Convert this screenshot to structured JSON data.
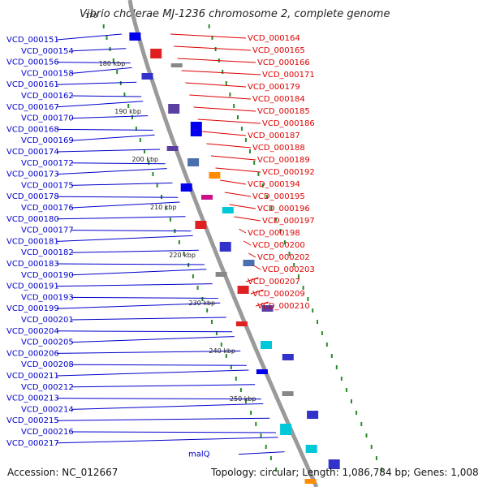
{
  "title": "Vibrio cholerae MJ-1236 chromosome 2, complete genome",
  "accession": "Accession: NC_012667",
  "topology": "Topology: circular; Length: 1,086,784 bp; Genes: 1,008",
  "colors": {
    "left_label": "#0000cc",
    "right_label": "#dd0000",
    "backbone": "#9a9a9a",
    "tick": "#2a8a2a"
  },
  "kbp_marks": [
    {
      "label": "170"
    },
    {
      "label": "180 kbp"
    },
    {
      "label": "190 kbp"
    },
    {
      "label": "200 kbp"
    },
    {
      "label": "210 kbp"
    },
    {
      "label": "220 kbp"
    },
    {
      "label": "230 kbp"
    },
    {
      "label": "240 kbp"
    },
    {
      "label": "250 kbp"
    }
  ],
  "left_genes": [
    {
      "label": "VCD_000151"
    },
    {
      "label": "VCD_000154"
    },
    {
      "label": "VCD_000156"
    },
    {
      "label": "VCD_000158"
    },
    {
      "label": "VCD_000161"
    },
    {
      "label": "VCD_000162"
    },
    {
      "label": "VCD_000167"
    },
    {
      "label": "VCD_000170"
    },
    {
      "label": "VCD_000168"
    },
    {
      "label": "VCD_000169"
    },
    {
      "label": "VCD_000174"
    },
    {
      "label": "VCD_000172"
    },
    {
      "label": "VCD_000173"
    },
    {
      "label": "VCD_000175"
    },
    {
      "label": "VCD_000178"
    },
    {
      "label": "VCD_000176"
    },
    {
      "label": "VCD_000180"
    },
    {
      "label": "VCD_000177"
    },
    {
      "label": "VCD_000181"
    },
    {
      "label": "VCD_000182"
    },
    {
      "label": "VCD_000183"
    },
    {
      "label": "VCD_000190"
    },
    {
      "label": "VCD_000191"
    },
    {
      "label": "VCD_000193"
    },
    {
      "label": "VCD_000199"
    },
    {
      "label": "VCD_000201"
    },
    {
      "label": "VCD_000204"
    },
    {
      "label": "VCD_000205"
    },
    {
      "label": "VCD_000206"
    },
    {
      "label": "VCD_000208"
    },
    {
      "label": "VCD_000211"
    },
    {
      "label": "VCD_000212"
    },
    {
      "label": "VCD_000213"
    },
    {
      "label": "VCD_000214"
    },
    {
      "label": "VCD_000215"
    },
    {
      "label": "VCD_000216"
    },
    {
      "label": "VCD_000217"
    },
    {
      "label": "malQ"
    }
  ],
  "right_genes": [
    {
      "label": "VCD_000164"
    },
    {
      "label": "VCD_000165"
    },
    {
      "label": "VCD_000166"
    },
    {
      "label": "VCD_000171"
    },
    {
      "label": "VCD_000179"
    },
    {
      "label": "VCD_000184"
    },
    {
      "label": "VCD_000185"
    },
    {
      "label": "VCD_000186"
    },
    {
      "label": "VCD_000187"
    },
    {
      "label": "VCD_000188"
    },
    {
      "label": "VCD_000189"
    },
    {
      "label": "VCD_000192"
    },
    {
      "label": "VCD_000194"
    },
    {
      "label": "VCD_000195"
    },
    {
      "label": "VCD_000196"
    },
    {
      "label": "VCD_000197"
    },
    {
      "label": "VCD_000198"
    },
    {
      "label": "VCD_000200"
    },
    {
      "label": "VCD_000202"
    },
    {
      "label": "VCD_000203"
    },
    {
      "label": "VCD_000207"
    },
    {
      "label": "VCD_000209"
    },
    {
      "label": "VCD_000210"
    }
  ]
}
